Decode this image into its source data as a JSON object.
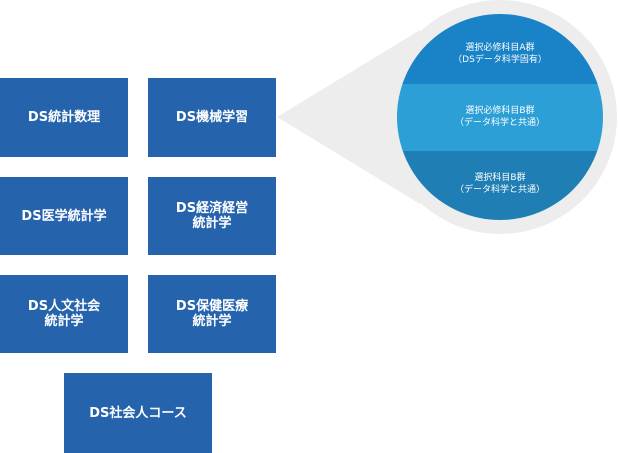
{
  "courses": [
    {
      "label": "DS統計数理"
    },
    {
      "label": "DS機械学習"
    },
    {
      "label": "DS医学統計学"
    },
    {
      "label": "DS経済経営\n統計学"
    },
    {
      "label": "DS人文社会\n統計学"
    },
    {
      "label": "DS保健医療\n統計学"
    },
    {
      "label": "DS社会人コース"
    }
  ],
  "bubble": {
    "points_to": "DS機械学習",
    "bands": [
      {
        "label": "選択必修科目A群\n（DSデータ科学固有）",
        "color": "#1a82c7"
      },
      {
        "label": "選択必修科目B群\n（データ科学と共通）",
        "color": "#2b9fd6"
      },
      {
        "label": "選択科目B群\n（データ科学と共通）",
        "color": "#1f7eb4"
      }
    ],
    "halo_color": "#ededed"
  },
  "colors": {
    "box": "#2563ad",
    "text": "#ffffff"
  }
}
